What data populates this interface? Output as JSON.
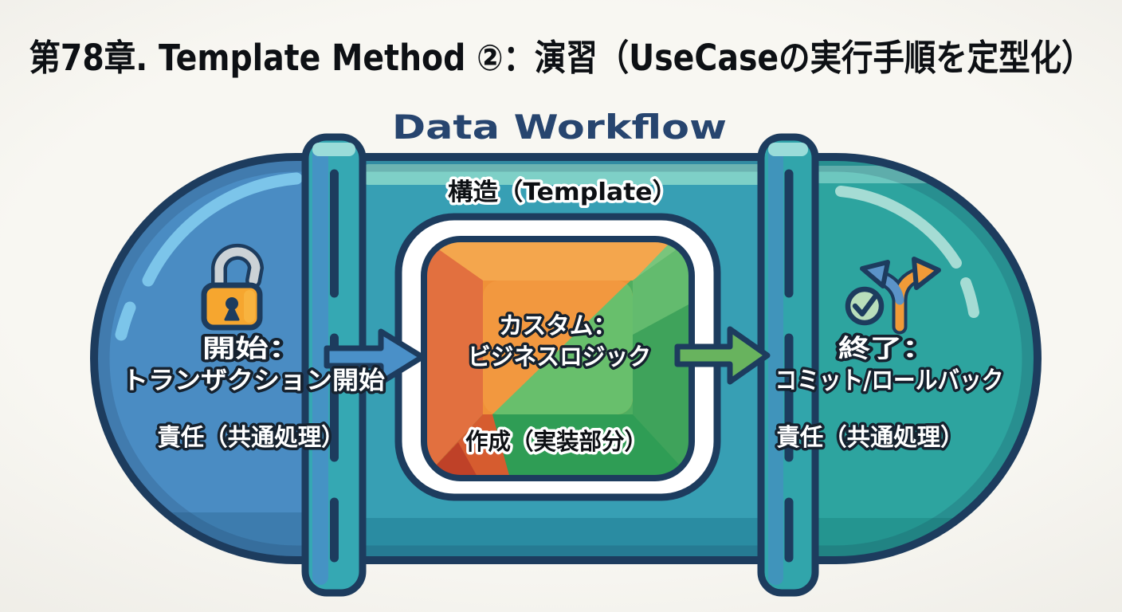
{
  "page": {
    "title": "第78章. Template Method ②：演習（UseCaseの実行手順を定型化）",
    "subtitle": "Data Workflow"
  },
  "capsule": {
    "top_label": "構造（Template）",
    "left_step": {
      "icon": "unlocked-padlock-icon",
      "line1": "開始：",
      "line2": "トランザクション開始",
      "footer": "責任（共通処理）"
    },
    "center_step": {
      "icon": "gem-block",
      "line1": "カスタム：",
      "line2": "ビジネスロジック",
      "footer": "作成（実装部分）"
    },
    "right_step": {
      "icons": [
        "branch-arrows-icon",
        "check-circle-icon"
      ],
      "line1": "終了：",
      "line2": "コミット/ロールバック",
      "footer": "責任（共通処理）"
    }
  },
  "colors": {
    "outline_navy": "#1d3c5e",
    "capsule_left_blue": "#4a8cc3",
    "capsule_middle_teal": "#379fb4",
    "capsule_right_teal": "#2da49f",
    "band_teal": "#35a8b3",
    "gem_orange": "#ef9138",
    "gem_orange_light": "#f4a64d",
    "gem_orange_dark": "#e2703f",
    "gem_green": "#54b164",
    "gem_green_dark": "#37a058",
    "arrow_blue": "#4a90c8",
    "arrow_green": "#68b35e",
    "lock_orange": "#f6a62f",
    "check_green": "#b9debb",
    "title_navy": "#27456f",
    "frame_white": "#ffffff"
  }
}
